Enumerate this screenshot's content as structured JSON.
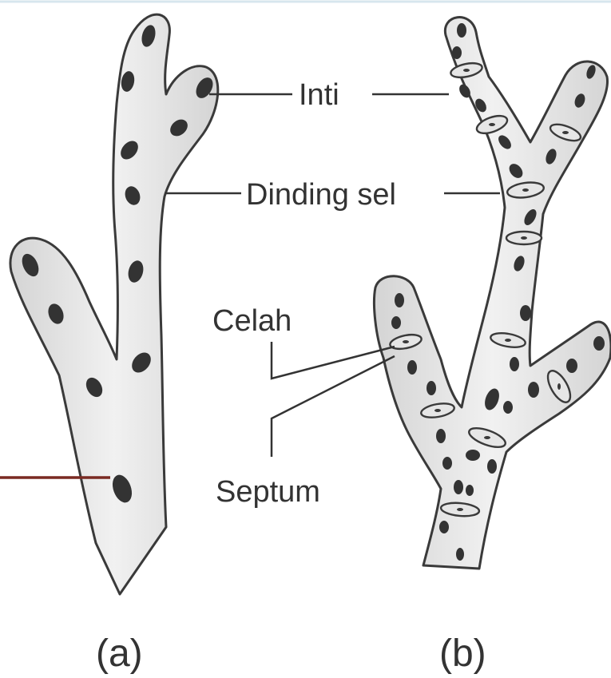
{
  "labels": {
    "nucleus": "Inti",
    "cell_wall": "Dinding sel",
    "gap": "Celah",
    "septum": "Septum"
  },
  "captions": {
    "a": "(a)",
    "b": "(b)"
  },
  "colors": {
    "background": "#ffffff",
    "hypha_fill": "#e3e3e3",
    "outline": "#3a3a3a",
    "nucleus": "#333333",
    "marker": "#7a2a22"
  }
}
